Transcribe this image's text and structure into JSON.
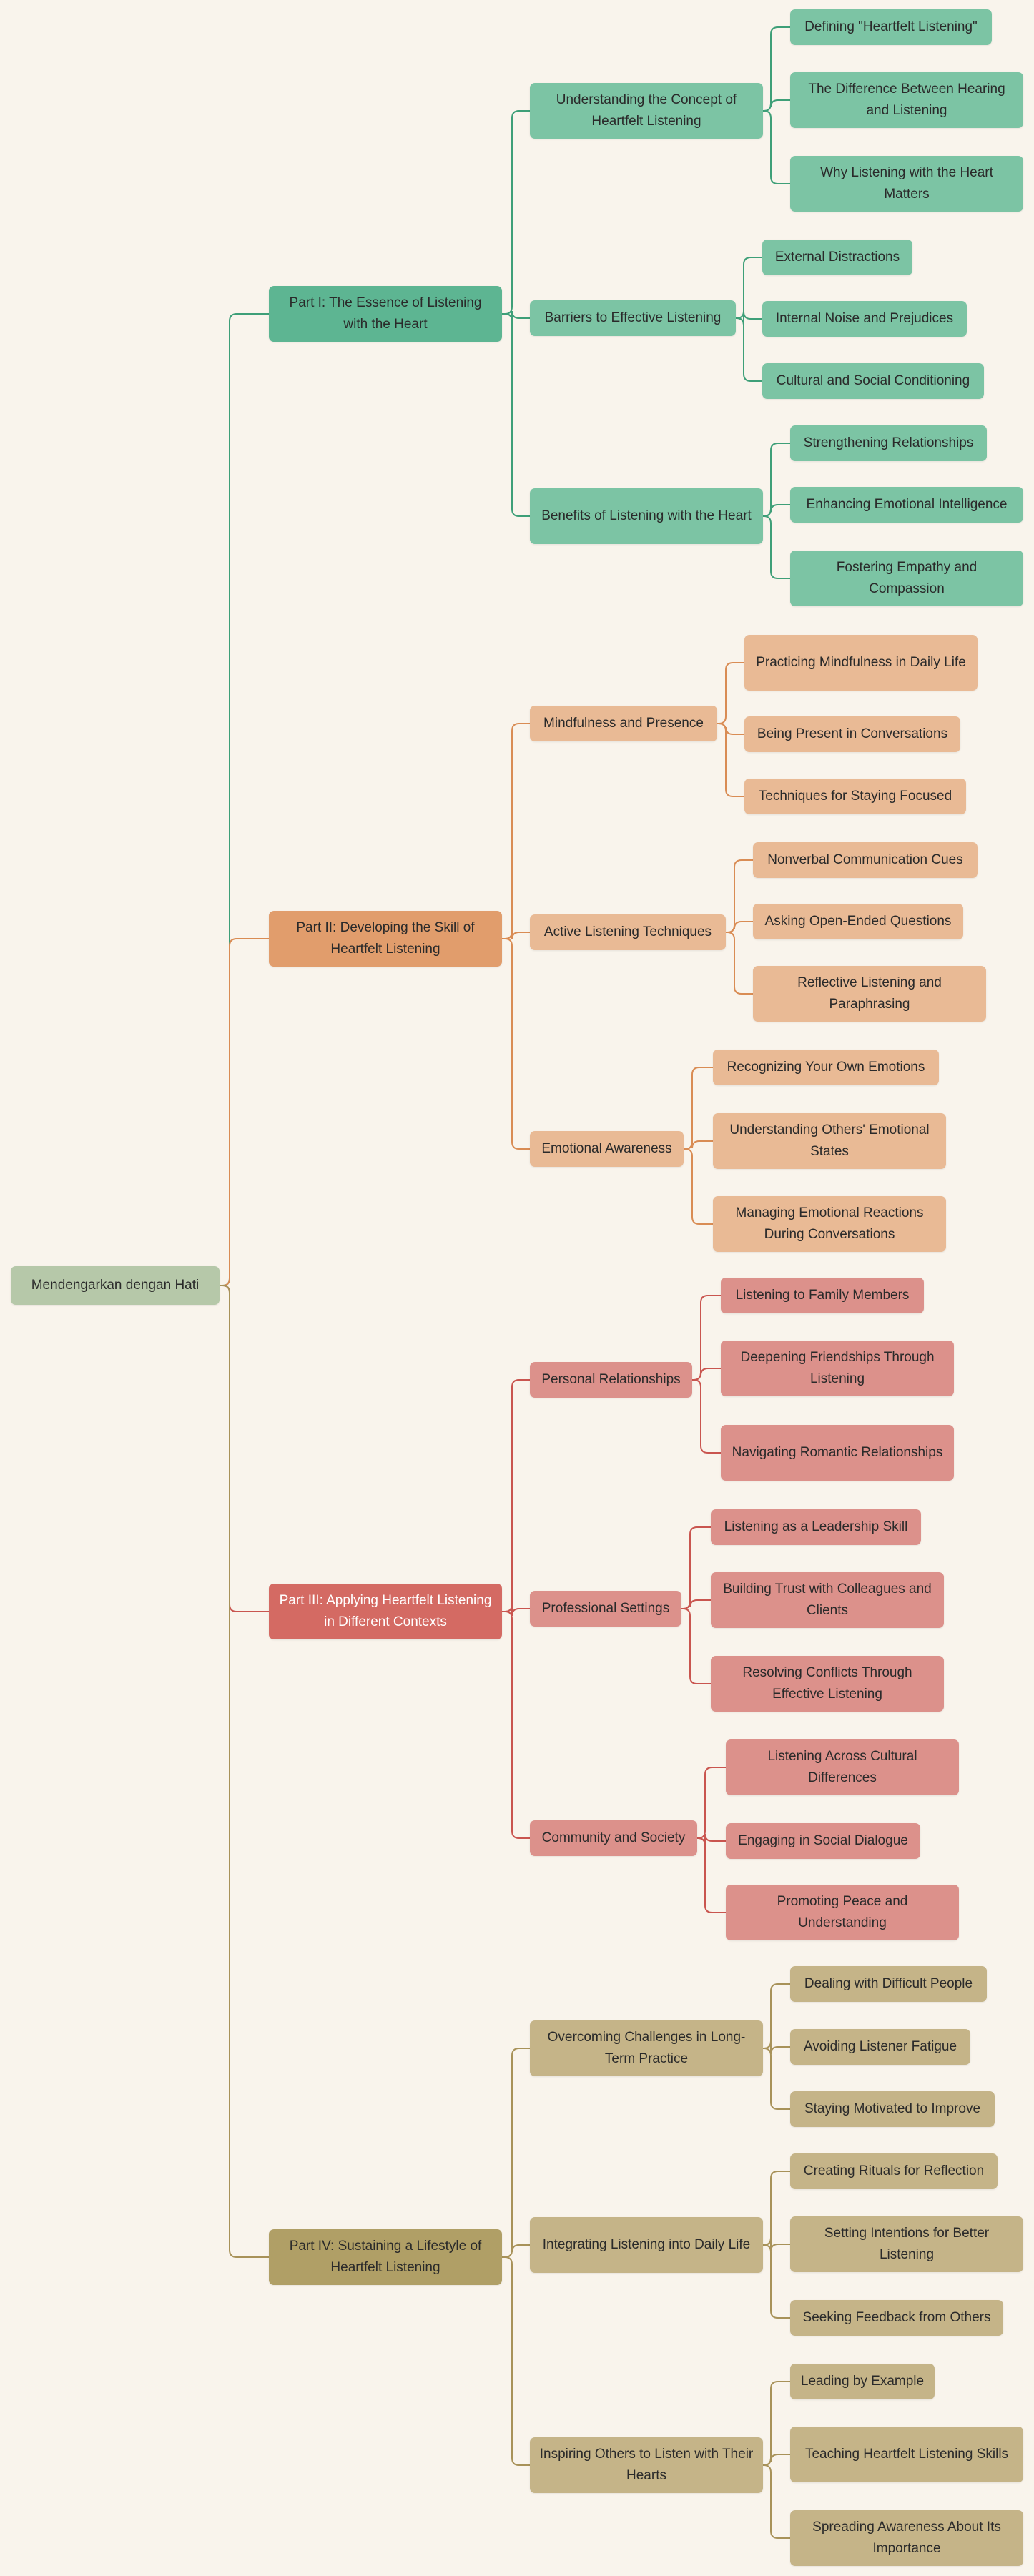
{
  "colors": {
    "root": "#b6c8a9",
    "parts": [
      "#5db592",
      "#e19d6c",
      "#d46a63",
      "#b09f66"
    ],
    "children": [
      "#7cc4a4",
      "#e9ba95",
      "#dc918b",
      "#c5b488"
    ],
    "edges": [
      "#3e9f78",
      "#d98c54",
      "#c9554f",
      "#a89259"
    ],
    "root_edge": "#8aa27a"
  },
  "root": {
    "label": "Mendengarkan dengan Hati"
  },
  "parts": [
    {
      "label": "Part I: The Essence of Listening with the Heart",
      "children": [
        {
          "label": "Understanding the Concept of Heartfelt Listening",
          "children": [
            "Defining \"Heartfelt Listening\"",
            "The Difference Between Hearing and Listening",
            "Why Listening with the Heart Matters"
          ]
        },
        {
          "label": "Barriers to Effective Listening",
          "children": [
            "External Distractions",
            "Internal Noise and Prejudices",
            "Cultural and Social Conditioning"
          ]
        },
        {
          "label": "Benefits of Listening with the Heart",
          "children": [
            "Strengthening Relationships",
            "Enhancing Emotional Intelligence",
            "Fostering Empathy and Compassion"
          ]
        }
      ]
    },
    {
      "label": "Part II: Developing the Skill of Heartfelt Listening",
      "children": [
        {
          "label": "Mindfulness and Presence",
          "children": [
            "Practicing Mindfulness in Daily Life",
            "Being Present in Conversations",
            "Techniques for Staying Focused"
          ]
        },
        {
          "label": "Active Listening Techniques",
          "children": [
            "Nonverbal Communication Cues",
            "Asking Open-Ended Questions",
            "Reflective Listening and Paraphrasing"
          ]
        },
        {
          "label": "Emotional Awareness",
          "children": [
            "Recognizing Your Own Emotions",
            "Understanding Others' Emotional States",
            "Managing Emotional Reactions During Conversations"
          ]
        }
      ]
    },
    {
      "label": "Part III: Applying Heartfelt Listening in Different Contexts",
      "children": [
        {
          "label": "Personal Relationships",
          "children": [
            "Listening to Family Members",
            "Deepening Friendships Through Listening",
            "Navigating Romantic Relationships"
          ]
        },
        {
          "label": "Professional Settings",
          "children": [
            "Listening as a Leadership Skill",
            "Building Trust with Colleagues and Clients",
            "Resolving Conflicts Through Effective Listening"
          ]
        },
        {
          "label": "Community and Society",
          "children": [
            "Listening Across Cultural Differences",
            "Engaging in Social Dialogue",
            "Promoting Peace and Understanding"
          ]
        }
      ]
    },
    {
      "label": "Part IV: Sustaining a Lifestyle of Heartfelt Listening",
      "children": [
        {
          "label": "Overcoming Challenges in Long-Term Practice",
          "children": [
            "Dealing with Difficult People",
            "Avoiding Listener Fatigue",
            "Staying Motivated to Improve"
          ]
        },
        {
          "label": "Integrating Listening into Daily Life",
          "children": [
            "Creating Rituals for Reflection",
            "Setting Intentions for Better Listening",
            "Seeking Feedback from Others"
          ]
        },
        {
          "label": "Inspiring Others to Listen with Their Hearts",
          "children": [
            "Leading by Example",
            "Teaching Heartfelt Listening Skills",
            "Spreading Awareness About Its Importance"
          ]
        }
      ]
    }
  ]
}
